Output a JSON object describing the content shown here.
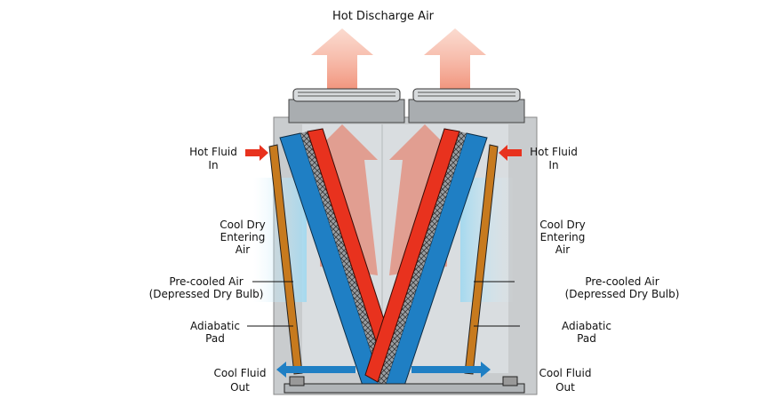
{
  "title": "Hot Discharge Air",
  "labels": {
    "hot_fluid_in": [
      "Hot Fluid",
      "In"
    ],
    "cool_dry_entering_air": [
      "Cool Dry",
      "Entering",
      "Air"
    ],
    "pre_cooled_air": [
      "Pre-cooled Air",
      "(Depressed Dry Bulb)"
    ],
    "adiabatic_pad": [
      "Adiabatic",
      "Pad"
    ],
    "cool_fluid_out": [
      "Cool Fluid",
      "Out"
    ]
  },
  "colors": {
    "hot": "#e8321e",
    "hot_air": "#f2a08a",
    "cool": "#1f7fc4",
    "cool_air": "#bfe6f5",
    "pad": "#c77a1e",
    "cabinet": "#c9ccce"
  }
}
